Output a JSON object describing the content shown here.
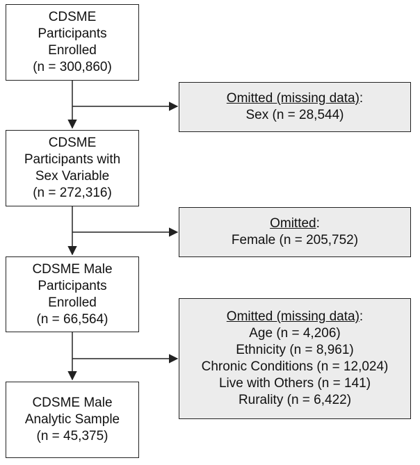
{
  "main_boxes": [
    {
      "lines": [
        "CDSME",
        "Participants",
        "Enrolled",
        "(n = 300,860)"
      ]
    },
    {
      "lines": [
        "CDSME",
        "Participants with",
        "Sex Variable",
        "(n = 272,316)"
      ]
    },
    {
      "lines": [
        "CDSME Male",
        "Participants",
        "Enrolled",
        "(n = 66,564)"
      ]
    },
    {
      "lines": [
        "CDSME Male",
        "Analytic Sample",
        "(n = 45,375)"
      ]
    }
  ],
  "omit_boxes": [
    {
      "header": "Omitted (missing data)",
      "suffix": ":",
      "lines": [
        "Sex (n = 28,544)"
      ]
    },
    {
      "header": "Omitted",
      "suffix": ":",
      "lines": [
        "Female (n = 205,752)"
      ]
    },
    {
      "header": "Omitted (missing data)",
      "suffix": ":",
      "lines": [
        "Age (n = 4,206)",
        "Ethnicity (n = 8,961)",
        "Chronic Conditions (n = 12,024)",
        "Live with Others (n = 141)",
        "Rurality (n = 6,422)"
      ]
    }
  ]
}
